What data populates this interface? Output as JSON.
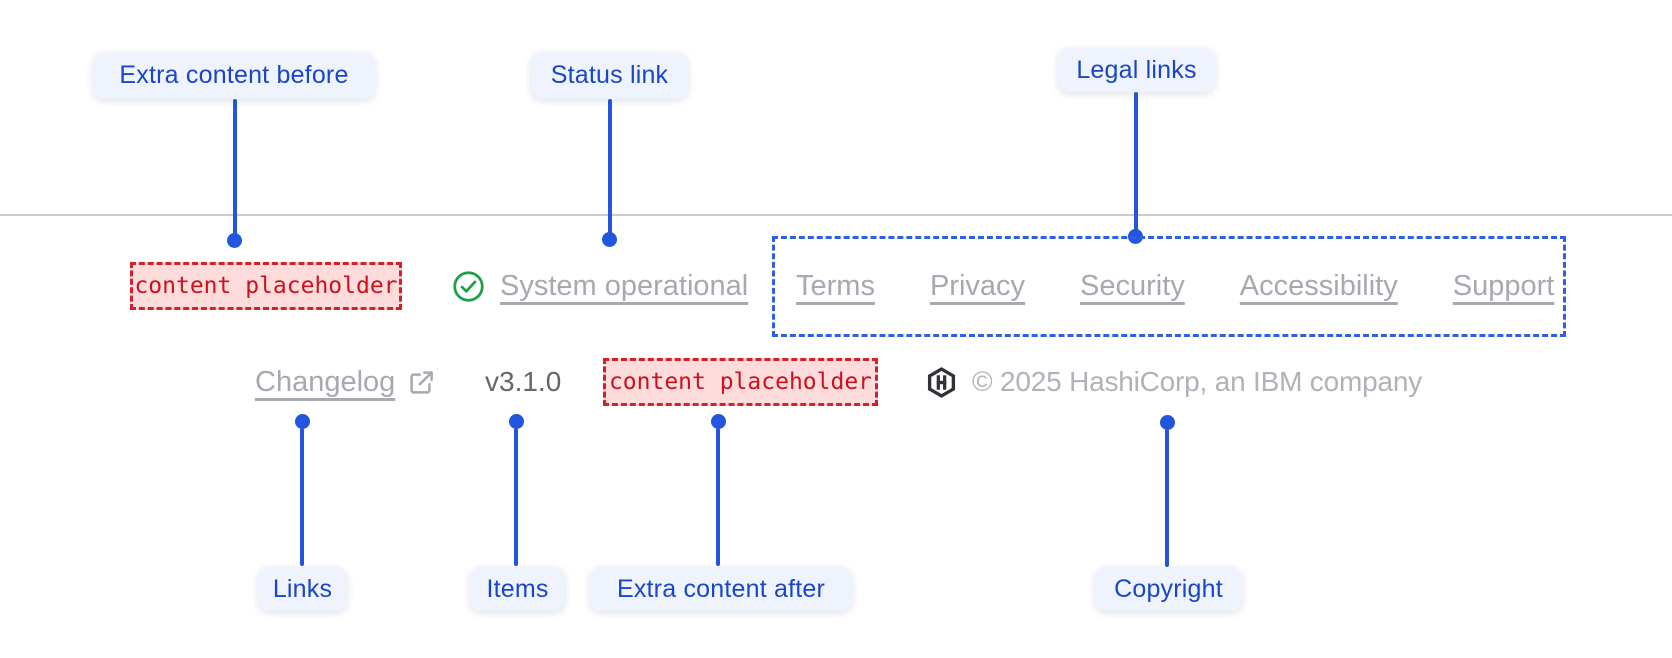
{
  "theme": {
    "annotation_blue": "#2156dd",
    "label_text_blue": "#1b45c7",
    "pill_bg": "#eef3fd",
    "dashed_box_blue": "#2e5fe6",
    "placeholder_text_red": "#c9121e",
    "placeholder_bg": "#ffdcdc",
    "placeholder_border": "#d3212c",
    "status_green": "#1f9e45",
    "muted_link_gray": "#a9a7af",
    "version_gray": "#64666b",
    "copyright_gray": "#b2b0b8",
    "divider_gray": "#cbc9d0",
    "logo_dark": "#2f3237"
  },
  "annotations": {
    "extra_content_before": "Extra content before",
    "status_link": "Status link",
    "legal_links": "Legal links",
    "links": "Links",
    "items": "Items",
    "extra_content_after": "Extra content after",
    "copyright": "Copyright"
  },
  "footer": {
    "extra_content_before_placeholder": "content placeholder",
    "status": {
      "label": "System operational",
      "icon": "check-circle-icon"
    },
    "legal_links": [
      "Terms",
      "Privacy",
      "Security",
      "Accessibility",
      "Support"
    ],
    "changelog": {
      "label": "Changelog",
      "icon": "external-link-icon"
    },
    "version": "v3.1.0",
    "extra_content_after_placeholder": "content placeholder",
    "copyright": {
      "text": "© 2025 HashiCorp, an IBM company",
      "logo": "hashicorp-logo-icon"
    }
  }
}
